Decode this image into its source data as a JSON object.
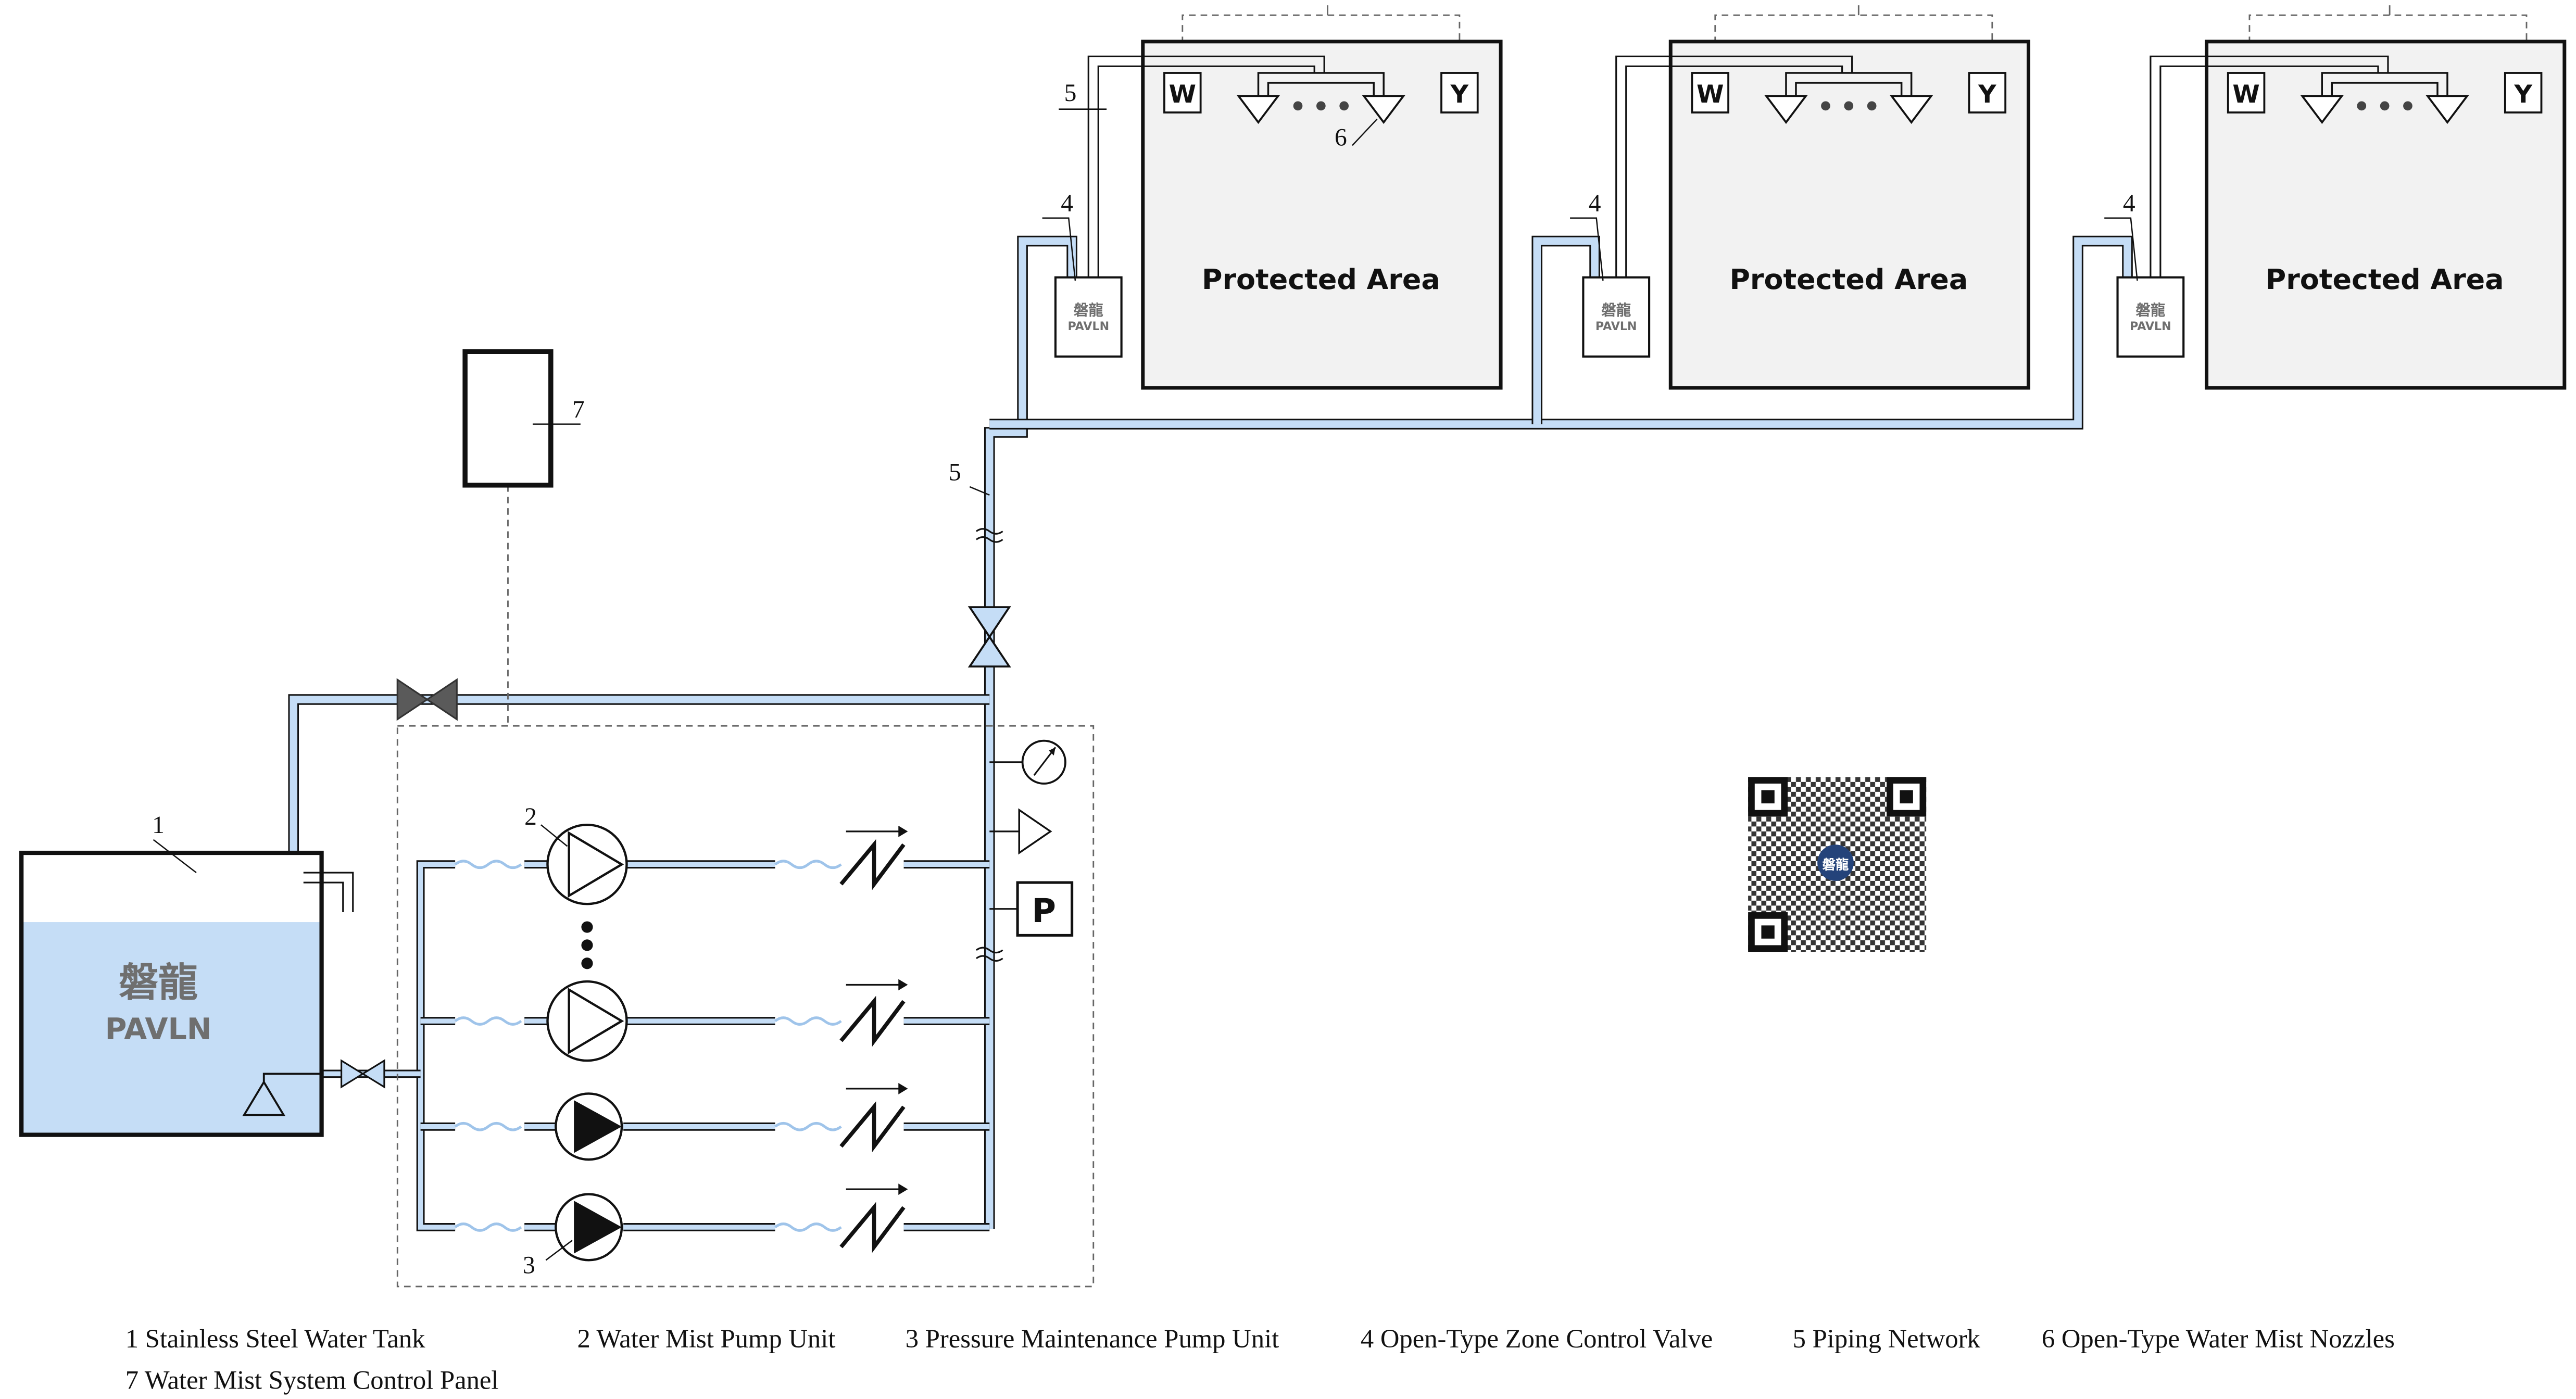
{
  "colors": {
    "water": "#c5ddf6",
    "pipe_fill": "#c5ddf6",
    "line": "#111111",
    "area_fill": "#f2f2f2",
    "dashed": "#666666",
    "valve_dark": "#5a5a5a",
    "logo_text": "#6f6f6f",
    "wave": "#9fc4ea"
  },
  "tank": {
    "number": "1",
    "logo_cn": "磐龍",
    "logo_en": "PAVLN"
  },
  "control_panel": {
    "number": "7"
  },
  "pumps": {
    "main_number": "2",
    "maintenance_number": "3",
    "pressure_symbol": "P"
  },
  "piping": {
    "number": "5"
  },
  "zones": [
    {
      "label": "Protected Area",
      "left_sensor": "W",
      "right_sensor": "Y",
      "valve_number": "4",
      "pipe_number": "5",
      "nozzle_number": "6",
      "valve_logo_cn": "磐龍",
      "valve_logo_en": "PAVLN"
    },
    {
      "label": "Protected Area",
      "left_sensor": "W",
      "right_sensor": "Y",
      "valve_number": "4",
      "valve_logo_cn": "磐龍",
      "valve_logo_en": "PAVLN"
    },
    {
      "label": "Protected Area",
      "left_sensor": "W",
      "right_sensor": "Y",
      "valve_number": "4",
      "valve_logo_cn": "磐龍",
      "valve_logo_en": "PAVLN"
    }
  ],
  "qr": {
    "logo_cn": "磐龍"
  },
  "legend": [
    "1 Stainless Steel Water Tank",
    "2 Water Mist Pump Unit",
    "3 Pressure Maintenance Pump Unit",
    "4 Open-Type Zone Control Valve",
    "5 Piping Network",
    "6 Open-Type Water Mist Nozzles",
    "7 Water Mist System Control Panel"
  ]
}
